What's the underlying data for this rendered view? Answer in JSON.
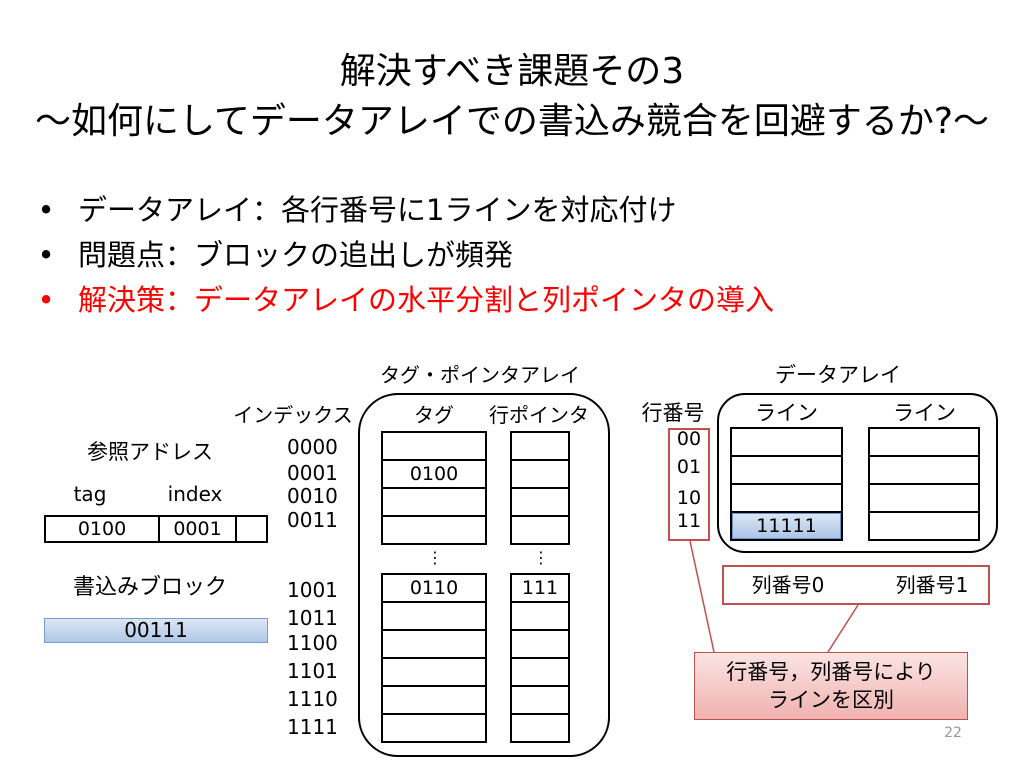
{
  "slide": {
    "title": {
      "line1": "解決すべき課題その3",
      "line2": "～如何にしてデータアレイでの書込み競合を回避するか?～"
    },
    "bullet_symbol": "•",
    "bullets": [
      "データアレイ：各行番号に1ラインを対応付け",
      "問題点：ブロックの追出しが頻発",
      "解決策：データアレイの水平分割と列ポインタの導入"
    ],
    "page_number": "22"
  },
  "reference_address": {
    "label": "参照アドレス",
    "tag_label": "tag",
    "index_label": "index",
    "tag_value": "0100",
    "index_value": "0001"
  },
  "write_block": {
    "label": "書込みブロック",
    "value": "00111"
  },
  "tag_pointer_array": {
    "title": "タグ・ポインタアレイ",
    "index_header": "インデックス",
    "tag_header": "タグ",
    "pointer_header": "行ポインタ",
    "ellipsis": "⋮",
    "upper_rows": [
      {
        "index": "0000",
        "tag": "",
        "pointer": ""
      },
      {
        "index": "0001",
        "tag": "0100",
        "pointer": ""
      },
      {
        "index": "0010",
        "tag": "",
        "pointer": ""
      },
      {
        "index": "0011",
        "tag": "",
        "pointer": ""
      }
    ],
    "lower_rows": [
      {
        "index": "1001",
        "tag": "0110",
        "pointer": "111"
      },
      {
        "index": "1011",
        "tag": "",
        "pointer": ""
      },
      {
        "index": "1100",
        "tag": "",
        "pointer": ""
      },
      {
        "index": "1101",
        "tag": "",
        "pointer": ""
      },
      {
        "index": "1110",
        "tag": "",
        "pointer": ""
      },
      {
        "index": "1111",
        "tag": "",
        "pointer": ""
      }
    ]
  },
  "data_array": {
    "title": "データアレイ",
    "row_number_header": "行番号",
    "row_numbers": [
      "00",
      "01",
      "10",
      "11"
    ],
    "columns": [
      {
        "header": "ライン",
        "column_label": "列番号0",
        "cells": [
          "",
          "",
          "",
          "11111"
        ]
      },
      {
        "header": "ライン",
        "column_label": "列番号1",
        "cells": [
          "",
          "",
          "",
          ""
        ]
      }
    ]
  },
  "callout": {
    "line1": "行番号，列番号により",
    "line2": "ラインを区別"
  },
  "colors": {
    "text": "#000000",
    "emphasis_red": "#ff0000",
    "annotation_red": "#c0504d",
    "write_blue": "#b8cce4",
    "callout_pink": "#f2c4c3"
  }
}
